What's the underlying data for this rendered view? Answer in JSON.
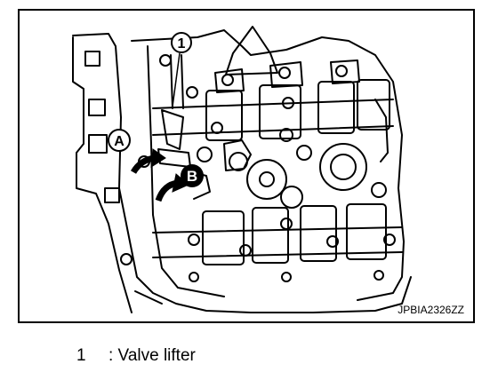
{
  "figure": {
    "code": "JPBIA2326ZZ",
    "callouts": {
      "one": "1",
      "a": "A",
      "b": "B"
    }
  },
  "legend": {
    "number": "1",
    "text": ": Valve lifter"
  }
}
